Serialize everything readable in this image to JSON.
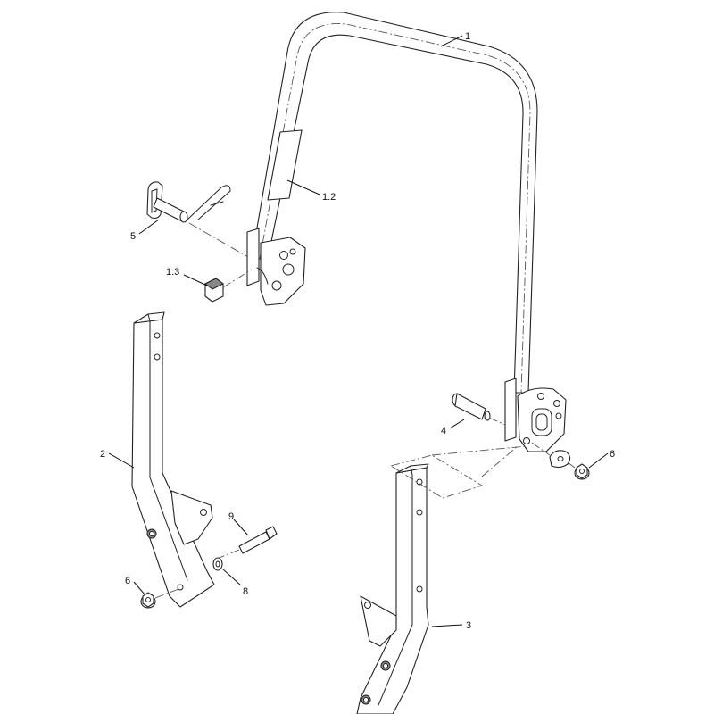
{
  "callouts": {
    "c1": "1",
    "c1_2": "1:2",
    "c1_3": "1:3",
    "c2": "2",
    "c3": "3",
    "c4": "4",
    "c5": "5",
    "c6_right": "6",
    "c6_left": "6",
    "c8": "8",
    "c9": "9"
  }
}
